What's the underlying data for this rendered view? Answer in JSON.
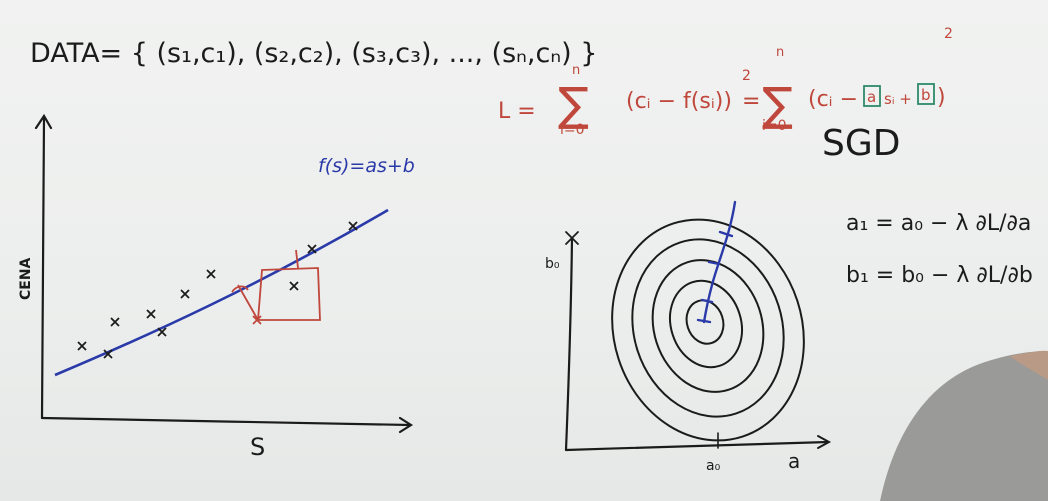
{
  "whiteboard": {
    "data_label": "DATA= { (s₁,c₁), (s₂,c₂), (s₃,c₃), ..., (sₙ,cₙ) }",
    "left_plot": {
      "y_axis_label": "CENA",
      "x_axis_label": "S",
      "line_label": "f(s)=as+b"
    },
    "loss": {
      "lhs": "L =",
      "sum_top": "n",
      "sum_bottom": "i=0",
      "term1": "(cᵢ − f(sᵢ))",
      "power": "2",
      "equals": "=",
      "term2_open": "(cᵢ −",
      "boxed_a": "a",
      "term2_mid": "sᵢ +",
      "boxed_b": "b",
      "term2_close": ")"
    },
    "method": "SGD",
    "contour_plot": {
      "y_tick": "b₀",
      "x_tick": "a₀",
      "x_axis_label": "a"
    },
    "updates": {
      "a_update": "a₁ = a₀ − λ ∂L/∂a",
      "b_update": "b₁ = b₀ − λ ∂L/∂b"
    },
    "colors": {
      "black_ink": "#1b1b1b",
      "red_ink": "#c0473c",
      "blue_ink": "#2a3aa8",
      "green_ink": "#2f8a6a"
    }
  }
}
